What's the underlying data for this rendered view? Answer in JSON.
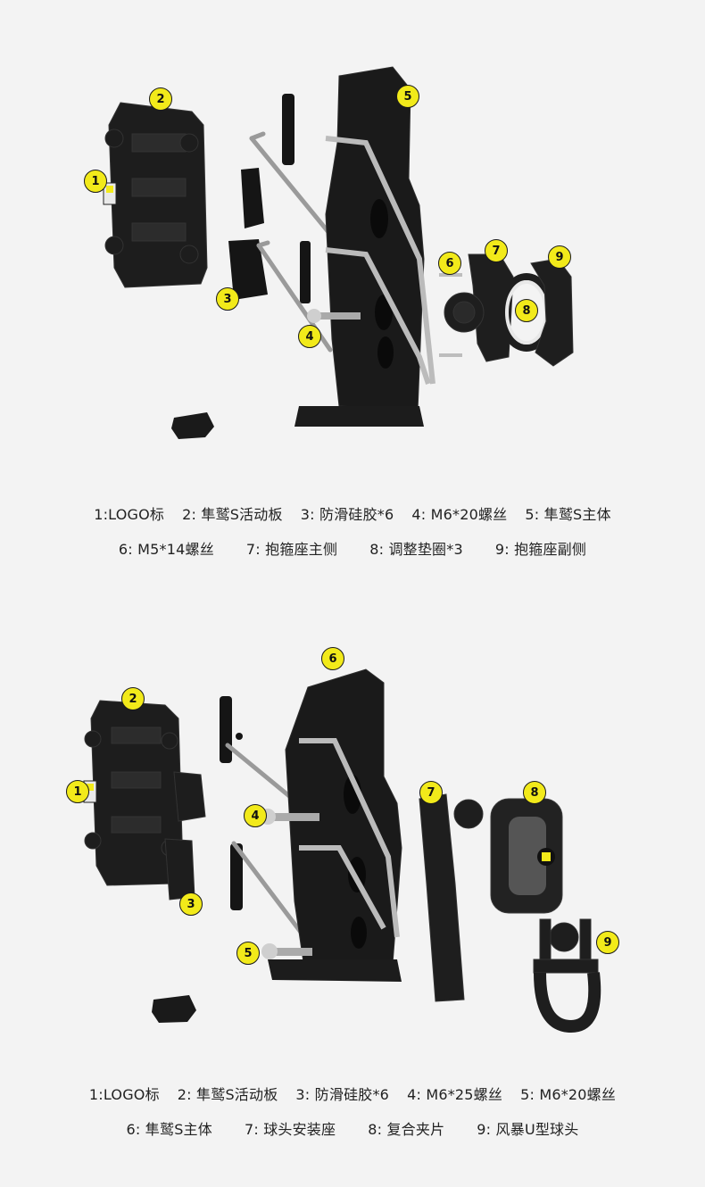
{
  "panel1": {
    "badges": [
      "1",
      "2",
      "3",
      "4",
      "5",
      "6",
      "7",
      "8",
      "9"
    ],
    "legend_row1": [
      "1:LOGO标",
      "2: 隼鹫S活动板",
      "3: 防滑硅胶*6",
      "4: M6*20螺丝",
      "5: 隼鹫S主体"
    ],
    "legend_row2": [
      "6: M5*14螺丝",
      "7: 抱箍座主侧",
      "8: 调整垫圈*3",
      "9: 抱箍座副侧"
    ]
  },
  "panel2": {
    "badges": [
      "1",
      "2",
      "3",
      "4",
      "5",
      "6",
      "7",
      "8",
      "9"
    ],
    "legend_row1": [
      "1:LOGO标",
      "2: 隼鹫S活动板",
      "3: 防滑硅胶*6",
      "4: M6*25螺丝",
      "5: M6*20螺丝"
    ],
    "legend_row2": [
      "6: 隼鹫S主体",
      "7: 球头安装座",
      "8: 复合夹片",
      "9: 风暴U型球头"
    ]
  }
}
